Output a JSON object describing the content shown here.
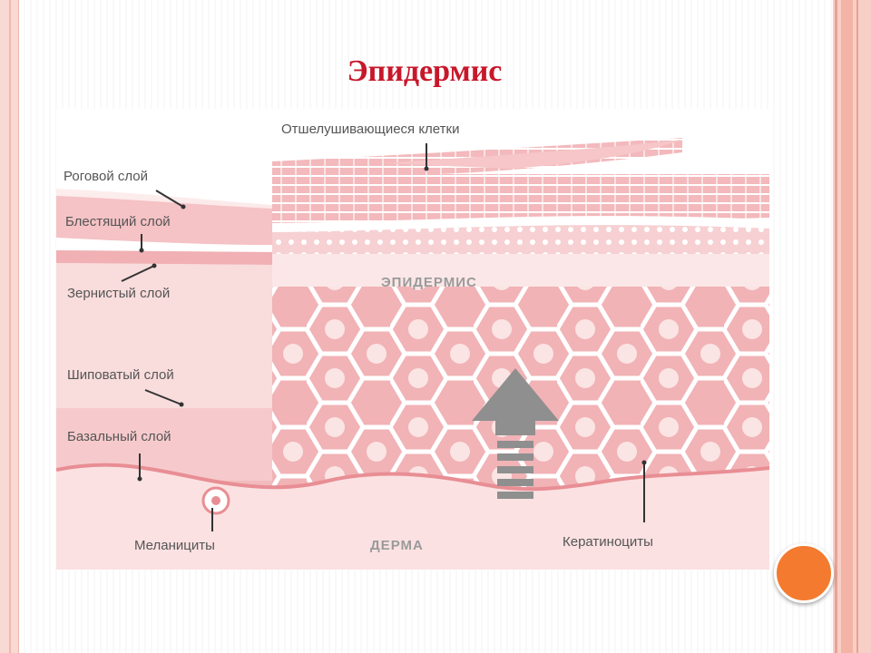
{
  "slide_title": "Эпидермис",
  "diagram": {
    "labels": {
      "exfoliating_cells": "Отшелушивающиеся клетки",
      "stratum_corneum": "Роговой слой",
      "stratum_lucidum": "Блестящий слой",
      "stratum_granulosum": "Зернистый слой",
      "stratum_spinosum": "Шиповатый слой",
      "stratum_basale": "Базальный слой",
      "melanocytes": "Меланициты",
      "epidermis": "ЭПИДЕРМИС",
      "dermis": "ДЕРМА",
      "keratinocytes": "Кератиноциты"
    }
  },
  "colors": {
    "title": "#c8172b",
    "skin_light": "#fbe3e3",
    "skin_mid": "#f2b8ba",
    "skin_dark": "#e99ea2",
    "label_text": "#555555",
    "arrow": "#8f8f8f",
    "accent_circle": "#f47a2f"
  }
}
